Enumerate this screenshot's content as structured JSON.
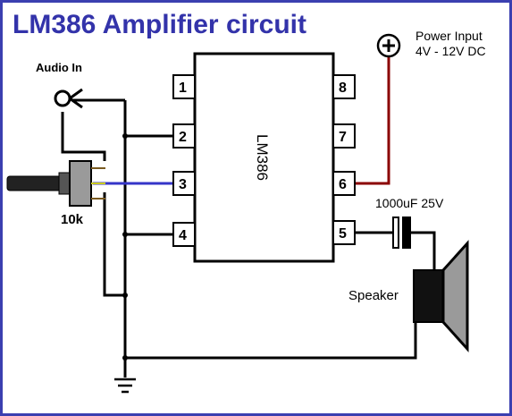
{
  "title": "LM386 Amplifier circuit",
  "title_color": "#3333aa",
  "chip": {
    "label": "LM386",
    "pins": {
      "p1": "1",
      "p2": "2",
      "p3": "3",
      "p4": "4",
      "p5": "5",
      "p6": "6",
      "p7": "7",
      "p8": "8"
    }
  },
  "labels": {
    "audio_in": "Audio In",
    "potentiometer": "10k",
    "power_input_line1": "Power Input",
    "power_input_line2": "4V - 12V DC",
    "capacitor": "1000uF 25V",
    "speaker": "Speaker"
  },
  "colors": {
    "wire": "#000000",
    "power_wire": "#8b0000",
    "signal_wire": "#3535c8"
  },
  "icons": {
    "power_terminal": "plus-in-circle-icon",
    "ground": "ground-icon",
    "audio_jack": "audio-jack-icon",
    "potentiometer": "potentiometer-icon",
    "capacitor": "polarized-capacitor-icon",
    "speaker": "speaker-icon"
  }
}
